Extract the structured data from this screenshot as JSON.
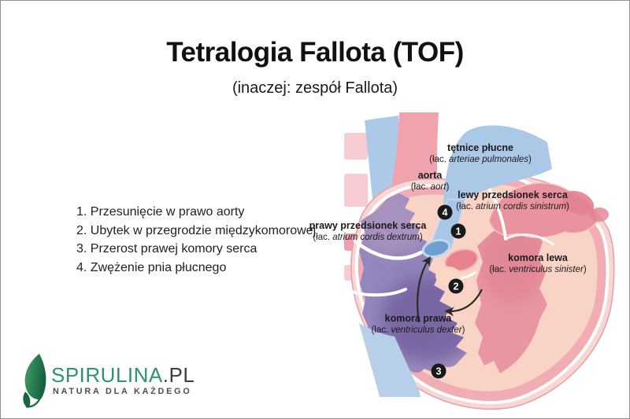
{
  "page": {
    "title": "Tetralogia Fallota (TOF)",
    "subtitle": "(inaczej: zespół Fallota)"
  },
  "features": {
    "items": [
      "1. Przesunięcie w prawo aorty",
      "2. Ubytek w przegrodzie międzykomorowej",
      "3. Przerost prawej komory serca",
      "4. Zwężenie pnia płucnego"
    ]
  },
  "diagram": {
    "labels": [
      {
        "name": "tętnice płucne",
        "latin_prefix": "(łac. ",
        "latin": "arteriae pulmonales",
        "latin_suffix": ")"
      },
      {
        "name": "aorta",
        "latin_prefix": "(łac. ",
        "latin": "aort",
        "latin_suffix": ")"
      },
      {
        "name": "lewy przedsionek serca",
        "latin_prefix": "(łac. ",
        "latin": "atrium cordis sinistrum",
        "latin_suffix": ")"
      },
      {
        "name": "prawy przedsionek serca",
        "latin_prefix": "(łac. ",
        "latin": "atrium cordis dextrum",
        "latin_suffix": ")"
      },
      {
        "name": "komora lewa",
        "latin_prefix": "(łac. ",
        "latin": "ventriculus sinister",
        "latin_suffix": ")"
      },
      {
        "name": "komora prawa",
        "latin_prefix": "(łac. ",
        "latin": "ventriculus dexter",
        "latin_suffix": ")"
      }
    ],
    "markers": [
      {
        "num": "1"
      },
      {
        "num": "2"
      },
      {
        "num": "3"
      },
      {
        "num": "4"
      }
    ]
  },
  "logo": {
    "brand": "SPIRULINA",
    "tld": ".PL",
    "tagline": "NATURA DLA KAŻDEGO"
  },
  "colors": {
    "brand_green": "#2f9468",
    "heart_pink": "#f2adb4",
    "ventricle_purple": "#8f7fb7",
    "vessel_blue": "#abc8e7",
    "text_black": "#231f20"
  }
}
